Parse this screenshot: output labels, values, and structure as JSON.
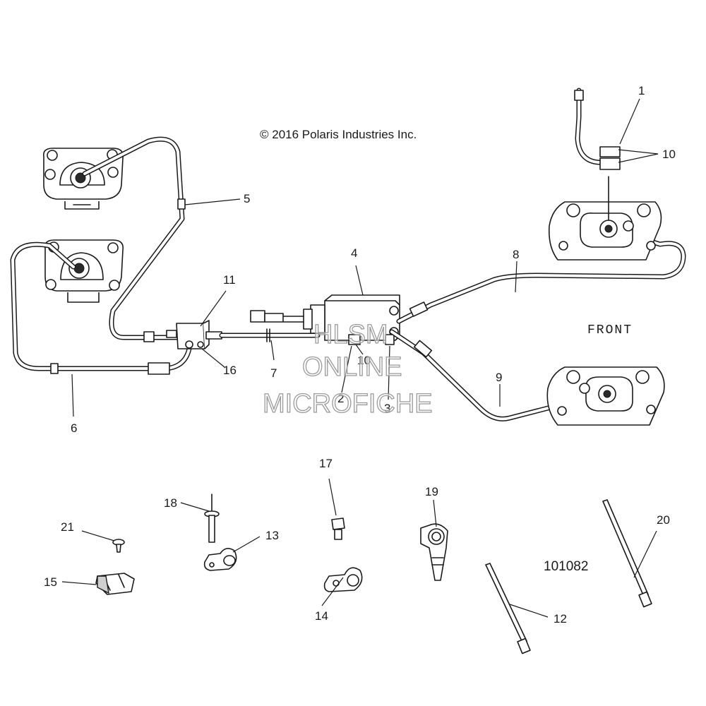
{
  "copyright": "© 2016 Polaris Industries Inc.",
  "direction_label": "FRONT",
  "figure_number": "101082",
  "watermark": {
    "line1": "HLSM",
    "line2": "ONLINE",
    "line3": "MICROFICHE"
  },
  "callouts": {
    "c1": "1",
    "c2": "2",
    "c3": "3",
    "c4": "4",
    "c5": "5",
    "c6": "6",
    "c7": "7",
    "c8": "8",
    "c9": "9",
    "c10a": "10",
    "c10b": "10",
    "c11": "11",
    "c12": "12",
    "c13": "13",
    "c14": "14",
    "c15": "15",
    "c16": "16",
    "c17": "17",
    "c18": "18",
    "c19": "19",
    "c20": "20",
    "c21": "21"
  }
}
